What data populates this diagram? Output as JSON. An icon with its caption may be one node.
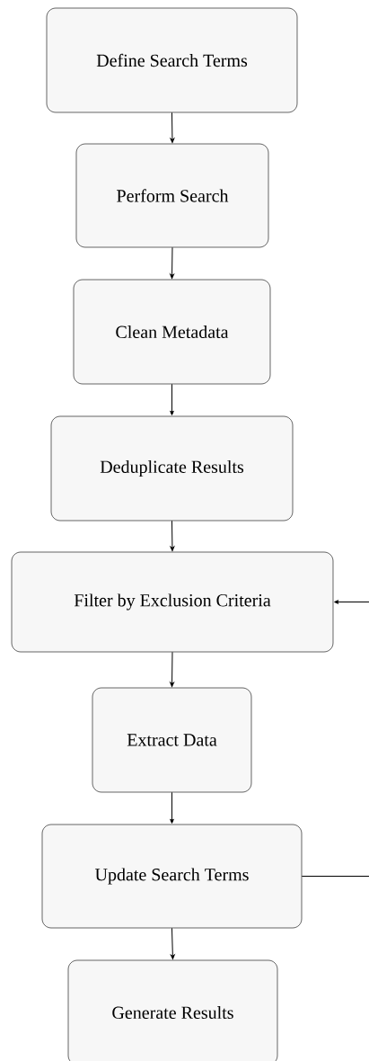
{
  "diagram": {
    "nodes": [
      {
        "text": [
          "Define Search Terms"
        ]
      },
      {
        "text": [
          "Perform Search"
        ]
      },
      {
        "text": [
          "Clean Metadata"
        ]
      },
      {
        "text": [
          "Deduplicate Results"
        ]
      },
      {
        "text": [
          "Filter by Exclusion Criteria"
        ]
      },
      {
        "text": [
          "Extract Data"
        ]
      },
      {
        "text": [
          "Update Search Terms"
        ]
      },
      {
        "text": [
          "Generate Results"
        ]
      }
    ],
    "edges": [
      {
        "from": 0,
        "to": 1,
        "arrow": "to"
      },
      {
        "from": 1,
        "to": 2,
        "arrow": "to"
      },
      {
        "from": 2,
        "to": 3,
        "arrow": "to"
      },
      {
        "from": 3,
        "to": 4,
        "arrow": "to"
      },
      {
        "from": 4,
        "to": 5,
        "arrow": "to"
      },
      {
        "from": 5,
        "to": 6,
        "arrow": "to"
      },
      {
        "from": 6,
        "to": 7,
        "arrow": "to"
      },
      {
        "from": 6,
        "to": 4,
        "arrow": "to"
      }
    ]
  }
}
